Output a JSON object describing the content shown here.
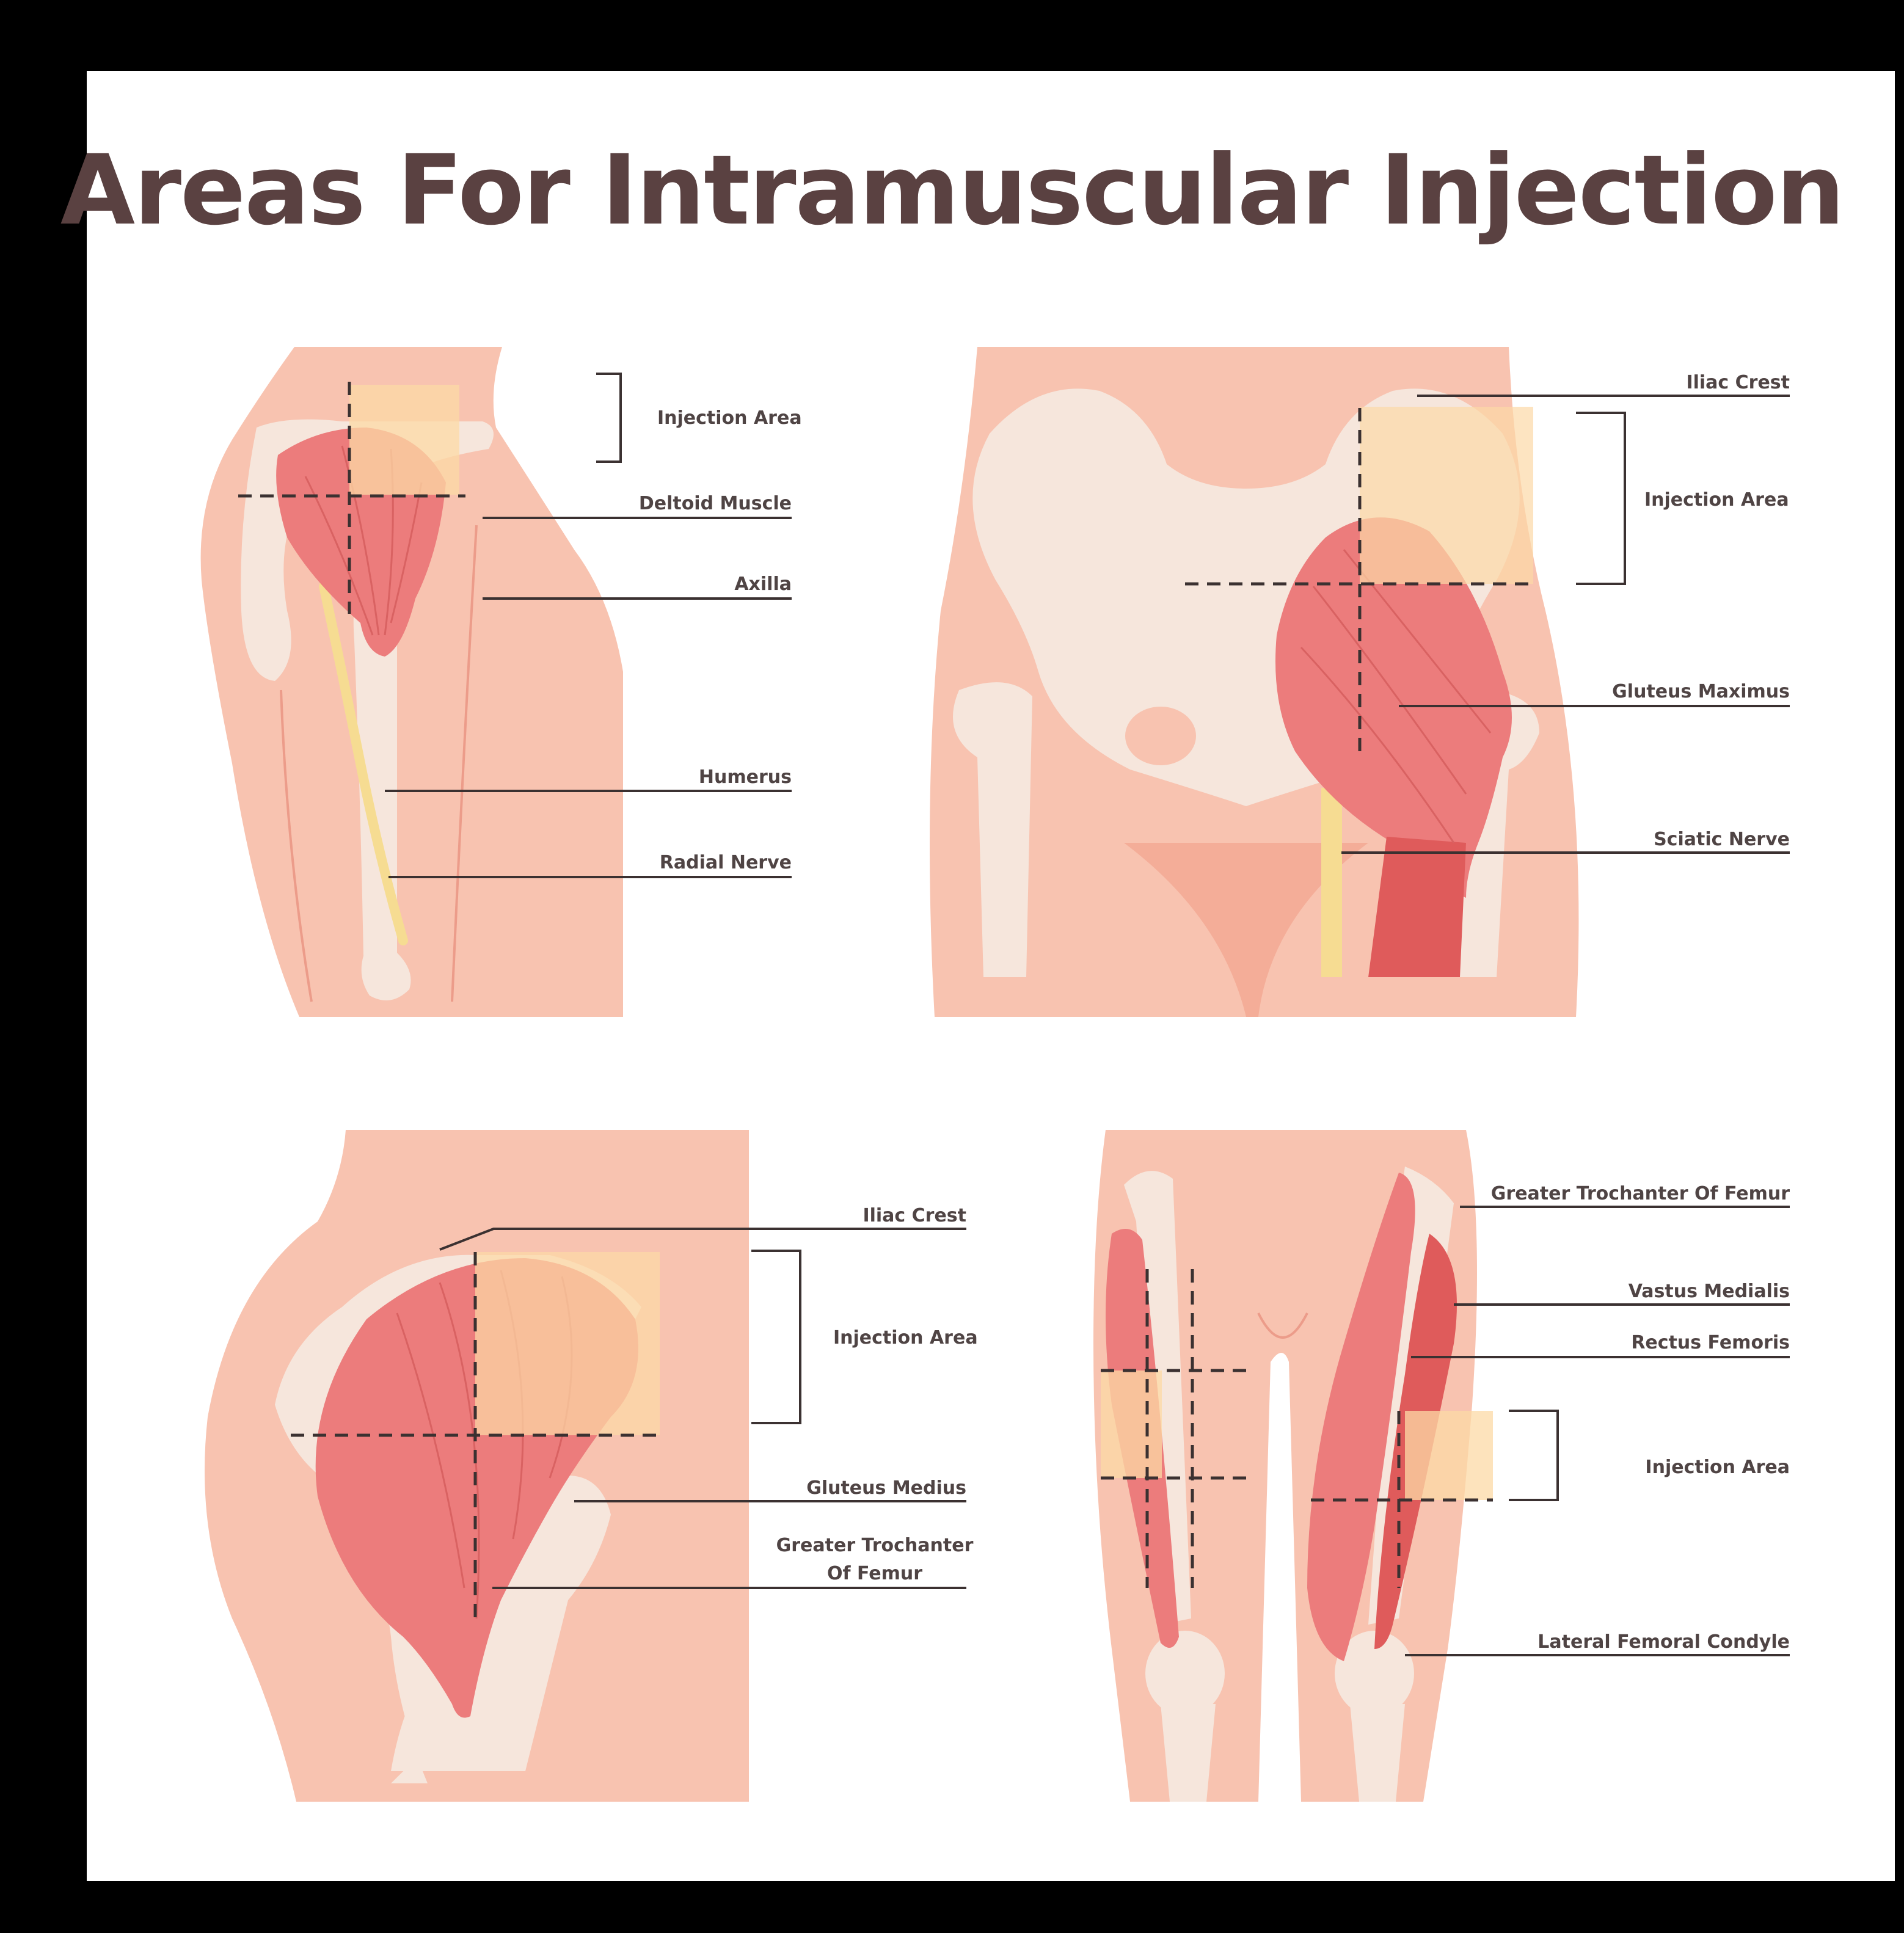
{
  "title": "Areas For Intramuscular Injection",
  "colors": {
    "frame": "#000000",
    "background": "#ffffff",
    "skin": "#f8c3b0",
    "skin_dark": "#f4ad98",
    "bone": "#f6e6dc",
    "muscle": "#ec7c7c",
    "muscle_dark": "#df5b5b",
    "injection_area": "#fcd9a6",
    "nerve": "#f6dc92",
    "text": "#4f4444"
  },
  "panels": {
    "deltoid": {
      "labels": [
        "Injection Area",
        "Deltoid Muscle",
        "Axilla",
        "Humerus",
        "Radial Nerve"
      ]
    },
    "dorsogluteal": {
      "labels": [
        "Iliac Crest",
        "Injection Area",
        "Gluteus Maximus",
        "Sciatic Nerve"
      ]
    },
    "ventrogluteal": {
      "labels": [
        "Iliac Crest",
        "Injection Area",
        "Gluteus Medius",
        "Greater Trochanter",
        "Of Femur"
      ]
    },
    "vastus_lateralis": {
      "labels": [
        "Greater Trochanter Of Femur",
        "Vastus Medialis",
        "Rectus Femoris",
        "Injection Area",
        "Lateral Femoral Condyle"
      ]
    }
  }
}
